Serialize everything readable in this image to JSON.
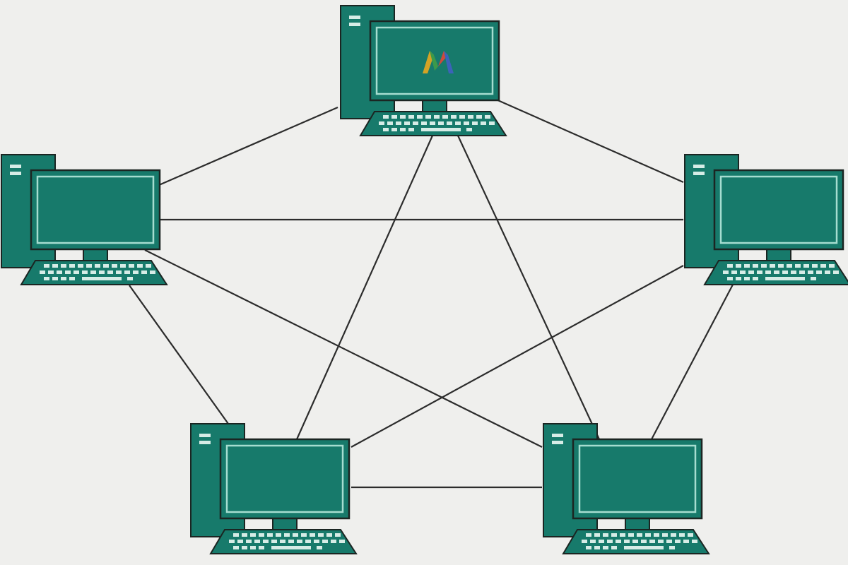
{
  "colors": {
    "background": "#efefed",
    "device_fill": "#177a6b",
    "device_outline": "#1b2522",
    "screen_fill": "#177a6b",
    "screen_inner_border": "#a6ddd0",
    "key_color": "#d6ece6",
    "link_color": "#2c2c2c",
    "logo_colors": [
      "#d4a326",
      "#3c9a4a",
      "#cf4a3b",
      "#3b63b8"
    ]
  },
  "diagram": {
    "type": "full-mesh-network",
    "nodes": [
      {
        "id": "pc-top",
        "icon": "desktop-computer-icon",
        "has_logo": true,
        "logo": "multicolor-m-logo"
      },
      {
        "id": "pc-left",
        "icon": "desktop-computer-icon",
        "has_logo": false
      },
      {
        "id": "pc-right",
        "icon": "desktop-computer-icon",
        "has_logo": false
      },
      {
        "id": "pc-bottom-left",
        "icon": "desktop-computer-icon",
        "has_logo": false
      },
      {
        "id": "pc-bottom-right",
        "icon": "desktop-computer-icon",
        "has_logo": false
      }
    ],
    "links": [
      [
        "pc-top",
        "pc-left"
      ],
      [
        "pc-top",
        "pc-right"
      ],
      [
        "pc-top",
        "pc-bottom-left"
      ],
      [
        "pc-top",
        "pc-bottom-right"
      ],
      [
        "pc-left",
        "pc-right"
      ],
      [
        "pc-left",
        "pc-bottom-left"
      ],
      [
        "pc-left",
        "pc-bottom-right"
      ],
      [
        "pc-right",
        "pc-bottom-left"
      ],
      [
        "pc-right",
        "pc-bottom-right"
      ],
      [
        "pc-bottom-left",
        "pc-bottom-right"
      ]
    ]
  }
}
